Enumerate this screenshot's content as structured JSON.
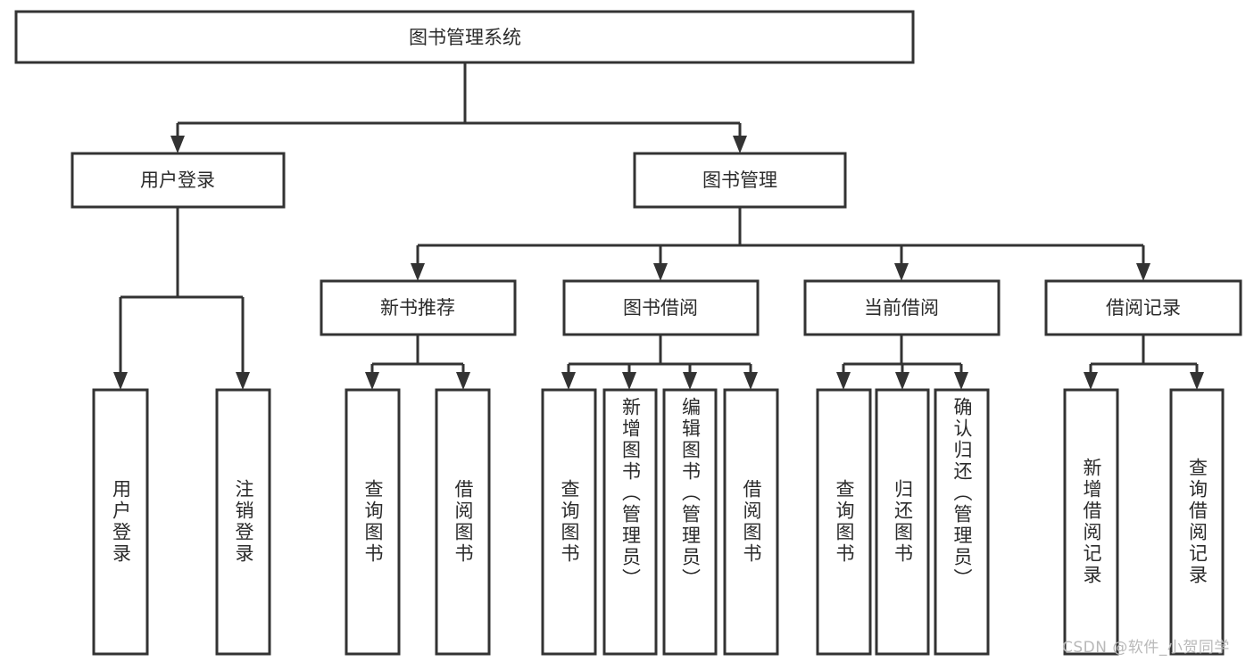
{
  "diagram": {
    "type": "tree",
    "title": "图书管理系统",
    "orientation": "top-down",
    "background_color": "#ffffff",
    "box_border_color": "#333333",
    "box_fill_color": "#ffffff",
    "text_color": "#2b2b2b",
    "connector_color": "#333333"
  },
  "watermark": {
    "text": "CSDN @软件_小贺同学",
    "color": "#b9b9b9"
  },
  "nodes": {
    "root": {
      "label": "图书管理系统"
    },
    "level1": [
      {
        "label": "用户登录"
      },
      {
        "label": "图书管理"
      }
    ],
    "level2": [
      {
        "label": "新书推荐"
      },
      {
        "label": "图书借阅"
      },
      {
        "label": "当前借阅"
      },
      {
        "label": "借阅记录"
      }
    ],
    "leaves": [
      {
        "label": "用户登录",
        "parent": "用户登录"
      },
      {
        "label": "注销登录",
        "parent": "用户登录"
      },
      {
        "label": "查询图书",
        "parent": "新书推荐"
      },
      {
        "label": "借阅图书",
        "parent": "新书推荐"
      },
      {
        "label": "查询图书",
        "parent": "图书借阅"
      },
      {
        "label": "新增图书（管理员）",
        "parent": "图书借阅"
      },
      {
        "label": "编辑图书（管理员）",
        "parent": "图书借阅"
      },
      {
        "label": "借阅图书",
        "parent": "图书借阅"
      },
      {
        "label": "查询图书",
        "parent": "当前借阅"
      },
      {
        "label": "归还图书",
        "parent": "当前借阅"
      },
      {
        "label": "确认归还（管理员）",
        "parent": "当前借阅"
      },
      {
        "label": "新增借阅记录",
        "parent": "借阅记录"
      },
      {
        "label": "查询借阅记录",
        "parent": "借阅记录"
      }
    ]
  }
}
